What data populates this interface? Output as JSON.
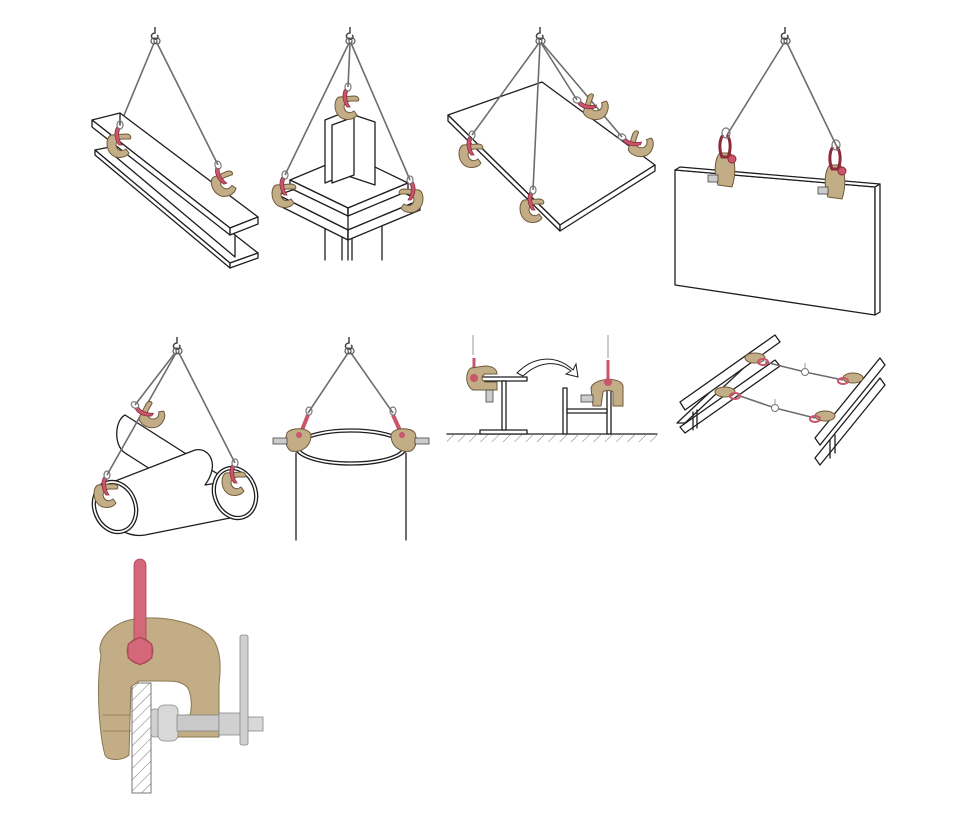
{
  "figure": {
    "type": "lifting-clamp-application-illustrations",
    "colors": {
      "clamp_body": "#c2ad86",
      "clamp_body_stroke": "#6e5a3a",
      "shackle": "#c9566a",
      "shackle_dark": "#8c2a3c",
      "screw": "#c8c8c8",
      "line": "#1e1e1e",
      "wire": "#6d6d6d",
      "hatch": "#777777",
      "background": "#ffffff"
    },
    "panels": [
      {
        "id": "p1",
        "label": "Horizontal lift of H-beam with two clamps"
      },
      {
        "id": "p2",
        "label": "Lifting steel column structure with three clamps"
      },
      {
        "id": "p3",
        "label": "Horizontal lift of steel plate with four clamps"
      },
      {
        "id": "p4",
        "label": "Vertical lift of steel plate with two clamps"
      },
      {
        "id": "p5",
        "label": "Lifting pipe tee with three clamps"
      },
      {
        "id": "p6",
        "label": "Lifting cylindrical pipe with two clamps"
      },
      {
        "id": "p7",
        "label": "Turning H-beam from horizontal to vertical"
      },
      {
        "id": "p8",
        "label": "Paired H-beams lifted with four clamps"
      },
      {
        "id": "p9",
        "label": "Cross-section detail of screw clamp on plate"
      }
    ]
  }
}
